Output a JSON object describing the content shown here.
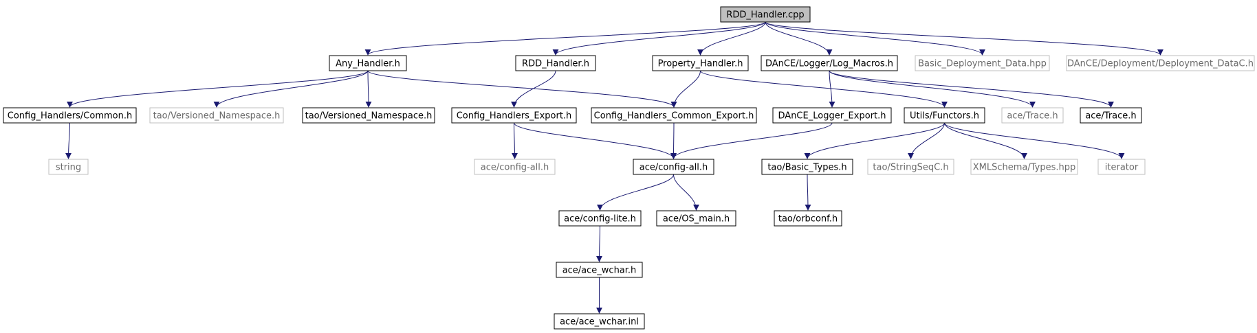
{
  "colors": {
    "edge": "#191970",
    "solid_border": "#000000",
    "gray_border": "#bfbfbf",
    "root_fill": "#bfbfbf",
    "node_fill": "#ffffff",
    "gray_text": "#6b6b6b",
    "text": "#000000"
  },
  "nodes": [
    {
      "id": "rdd_cpp",
      "label": "RDD_Handler.cpp",
      "style": "root"
    },
    {
      "id": "any_handler",
      "label": "Any_Handler.h",
      "style": "solid"
    },
    {
      "id": "rdd_h",
      "label": "RDD_Handler.h",
      "style": "solid"
    },
    {
      "id": "property_handler",
      "label": "Property_Handler.h",
      "style": "solid"
    },
    {
      "id": "log_macros",
      "label": "DAnCE/Logger/Log_Macros.h",
      "style": "solid"
    },
    {
      "id": "basic_deploy",
      "label": "Basic_Deployment_Data.hpp",
      "style": "gray"
    },
    {
      "id": "deployment_datac",
      "label": "DAnCE/Deployment/Deployment_DataC.h",
      "style": "gray"
    },
    {
      "id": "ch_common",
      "label": "Config_Handlers/Common.h",
      "style": "solid"
    },
    {
      "id": "tao_vns_gray",
      "label": "tao/Versioned_Namespace.h",
      "style": "gray"
    },
    {
      "id": "tao_vns",
      "label": "tao/Versioned_Namespace.h",
      "style": "solid"
    },
    {
      "id": "ch_export",
      "label": "Config_Handlers_Export.h",
      "style": "solid"
    },
    {
      "id": "chc_export",
      "label": "Config_Handlers_Common_Export.h",
      "style": "solid"
    },
    {
      "id": "logger_export",
      "label": "DAnCE_Logger_Export.h",
      "style": "solid"
    },
    {
      "id": "utils_functors",
      "label": "Utils/Functors.h",
      "style": "solid"
    },
    {
      "id": "ace_trace_gray",
      "label": "ace/Trace.h",
      "style": "gray"
    },
    {
      "id": "ace_trace",
      "label": "ace/Trace.h",
      "style": "solid"
    },
    {
      "id": "string",
      "label": "string",
      "style": "gray"
    },
    {
      "id": "config_all_gray",
      "label": "ace/config-all.h",
      "style": "gray"
    },
    {
      "id": "config_all",
      "label": "ace/config-all.h",
      "style": "solid"
    },
    {
      "id": "basic_types",
      "label": "tao/Basic_Types.h",
      "style": "solid"
    },
    {
      "id": "stringseqc",
      "label": "tao/StringSeqC.h",
      "style": "gray"
    },
    {
      "id": "xml_types",
      "label": "XMLSchema/Types.hpp",
      "style": "gray"
    },
    {
      "id": "iterator",
      "label": "iterator",
      "style": "gray"
    },
    {
      "id": "config_lite",
      "label": "ace/config-lite.h",
      "style": "solid"
    },
    {
      "id": "os_main",
      "label": "ace/OS_main.h",
      "style": "solid"
    },
    {
      "id": "orbconf",
      "label": "tao/orbconf.h",
      "style": "solid"
    },
    {
      "id": "ace_wchar",
      "label": "ace/ace_wchar.h",
      "style": "solid"
    },
    {
      "id": "ace_wchar_inl",
      "label": "ace/ace_wchar.inl",
      "style": "solid"
    }
  ],
  "edges": [
    [
      "rdd_cpp",
      "any_handler"
    ],
    [
      "rdd_cpp",
      "rdd_h"
    ],
    [
      "rdd_cpp",
      "property_handler"
    ],
    [
      "rdd_cpp",
      "log_macros"
    ],
    [
      "rdd_cpp",
      "basic_deploy"
    ],
    [
      "rdd_cpp",
      "deployment_datac"
    ],
    [
      "any_handler",
      "ch_common"
    ],
    [
      "any_handler",
      "tao_vns_gray"
    ],
    [
      "any_handler",
      "tao_vns"
    ],
    [
      "any_handler",
      "chc_export"
    ],
    [
      "rdd_h",
      "ch_export"
    ],
    [
      "property_handler",
      "chc_export"
    ],
    [
      "property_handler",
      "utils_functors"
    ],
    [
      "log_macros",
      "logger_export"
    ],
    [
      "log_macros",
      "ace_trace_gray"
    ],
    [
      "log_macros",
      "ace_trace"
    ],
    [
      "ch_common",
      "string"
    ],
    [
      "ch_export",
      "config_all_gray"
    ],
    [
      "ch_export",
      "config_all"
    ],
    [
      "chc_export",
      "config_all"
    ],
    [
      "logger_export",
      "config_all"
    ],
    [
      "utils_functors",
      "basic_types"
    ],
    [
      "utils_functors",
      "stringseqc"
    ],
    [
      "utils_functors",
      "xml_types"
    ],
    [
      "utils_functors",
      "iterator"
    ],
    [
      "config_all",
      "config_lite"
    ],
    [
      "config_all",
      "os_main"
    ],
    [
      "basic_types",
      "orbconf"
    ],
    [
      "config_lite",
      "ace_wchar"
    ],
    [
      "ace_wchar",
      "ace_wchar_inl"
    ]
  ]
}
